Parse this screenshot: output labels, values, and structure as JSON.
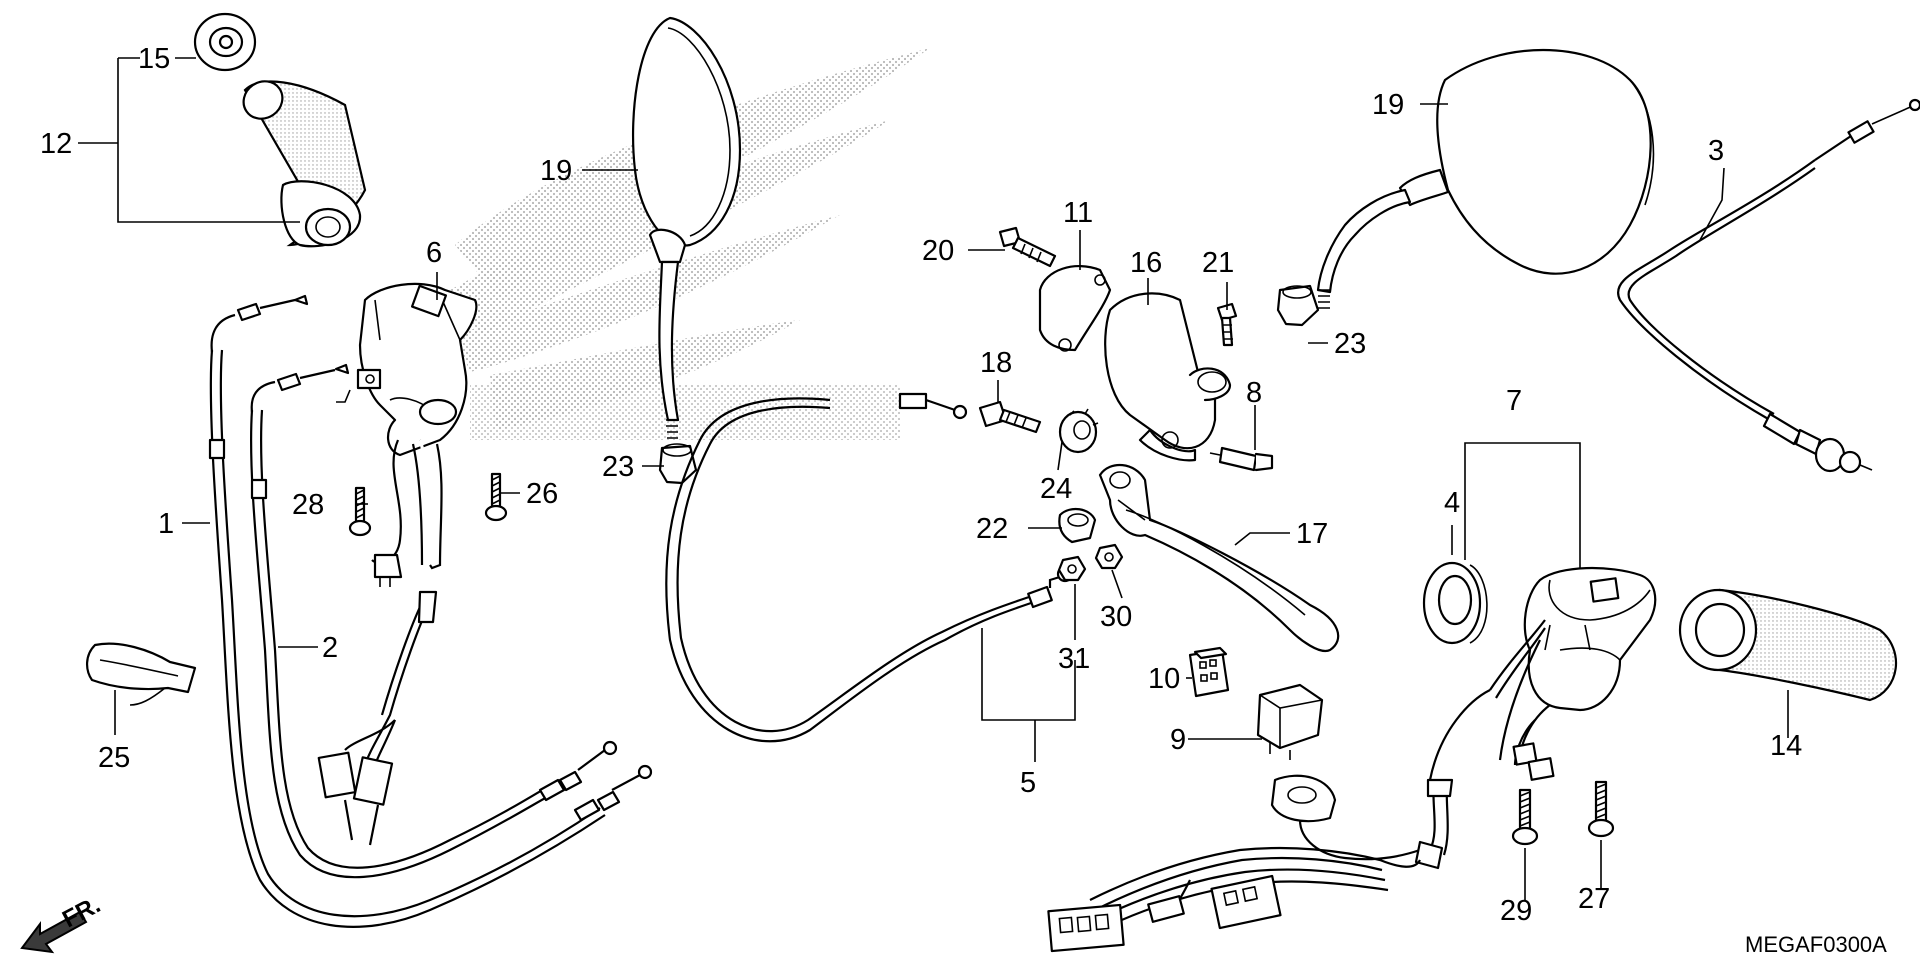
{
  "diagram": {
    "drawing_code": "MEGAF0300A",
    "front_marker": "FR.",
    "colors": {
      "ink": "#000000",
      "background": "#ffffff",
      "watermark": "#c4c4c4"
    },
    "callouts": [
      {
        "id": "c15",
        "label": "15"
      },
      {
        "id": "c12",
        "label": "12"
      },
      {
        "id": "c19a",
        "label": "19"
      },
      {
        "id": "c6",
        "label": "6"
      },
      {
        "id": "c28",
        "label": "28"
      },
      {
        "id": "c26",
        "label": "26"
      },
      {
        "id": "c1",
        "label": "1"
      },
      {
        "id": "c2",
        "label": "2"
      },
      {
        "id": "c25",
        "label": "25"
      },
      {
        "id": "c23a",
        "label": "23"
      },
      {
        "id": "c20",
        "label": "20"
      },
      {
        "id": "c11",
        "label": "11"
      },
      {
        "id": "c16",
        "label": "16"
      },
      {
        "id": "c21",
        "label": "21"
      },
      {
        "id": "c18",
        "label": "18"
      },
      {
        "id": "c24",
        "label": "24"
      },
      {
        "id": "c8",
        "label": "8"
      },
      {
        "id": "c22",
        "label": "22"
      },
      {
        "id": "c17",
        "label": "17"
      },
      {
        "id": "c30",
        "label": "30"
      },
      {
        "id": "c31",
        "label": "31"
      },
      {
        "id": "c5",
        "label": "5"
      },
      {
        "id": "c10",
        "label": "10"
      },
      {
        "id": "c9",
        "label": "9"
      },
      {
        "id": "c19b",
        "label": "19"
      },
      {
        "id": "c23b",
        "label": "23"
      },
      {
        "id": "c3",
        "label": "3"
      },
      {
        "id": "c7",
        "label": "7"
      },
      {
        "id": "c4",
        "label": "4"
      },
      {
        "id": "c14",
        "label": "14"
      },
      {
        "id": "c29",
        "label": "29"
      },
      {
        "id": "c27",
        "label": "27"
      }
    ]
  }
}
